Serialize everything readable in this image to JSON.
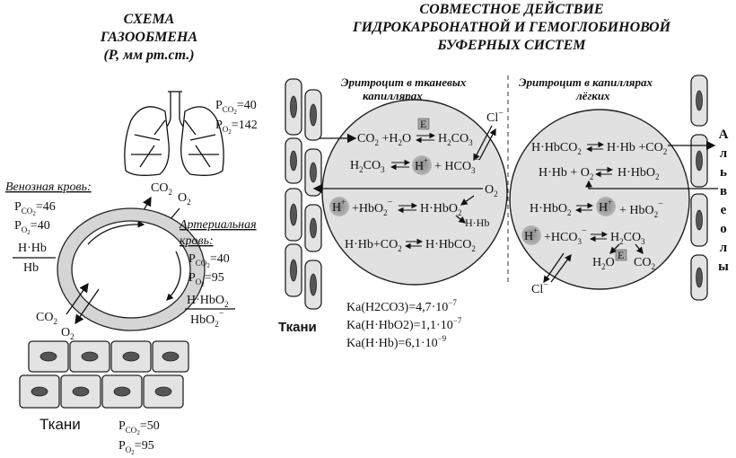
{
  "left": {
    "title": [
      "СХЕМА",
      "ГАЗООБМЕНА",
      "(Р, мм рт.ст.)"
    ],
    "lungs": {
      "pco2": "=40",
      "po2": "=142"
    },
    "venous": {
      "label": "Венозная кровь:",
      "pco2": "=46",
      "po2": "=40",
      "num": "H·Hb",
      "den": "Hb"
    },
    "arterial": {
      "label_1": "Артериальная",
      "label_2": "кровь:",
      "pco2": "=40",
      "po2": "=95",
      "num": "H·HbO",
      "den": "HbO"
    },
    "co2_top": "CO",
    "o2_top": "O",
    "co2_bottom": "CO",
    "o2_bottom": "O",
    "tissues_label": "Ткани",
    "tissues": {
      "pco2": "=50",
      "po2": "=95"
    }
  },
  "right": {
    "title": [
      "СОВМЕСТНОЕ ДЕЙСТВИЕ",
      "ГИДРОКАРБОНАТНОЙ И ГЕМОГЛОБИНОВОЙ",
      "БУФЕРНЫХ СИСТЕМ"
    ],
    "tissue_eryth": [
      "Эритроцит в тканевых",
      "капиллярах"
    ],
    "lung_eryth": [
      "Эритроцит в капиллярах",
      "лёгких"
    ],
    "tissues_label": "Ткани",
    "alveoli_letters": [
      "А",
      "л",
      "ь",
      "в",
      "е",
      "о",
      "л",
      "ы"
    ],
    "constants": [
      "Ka(H2CO3)=4,7·10",
      "Ka(H·HbO2)=1,1·10",
      "Ka(H·Hb)=6,1·10"
    ],
    "exponents": [
      "−7",
      "−7",
      "−9"
    ],
    "enzyme": "E",
    "cl": "Cl"
  }
}
